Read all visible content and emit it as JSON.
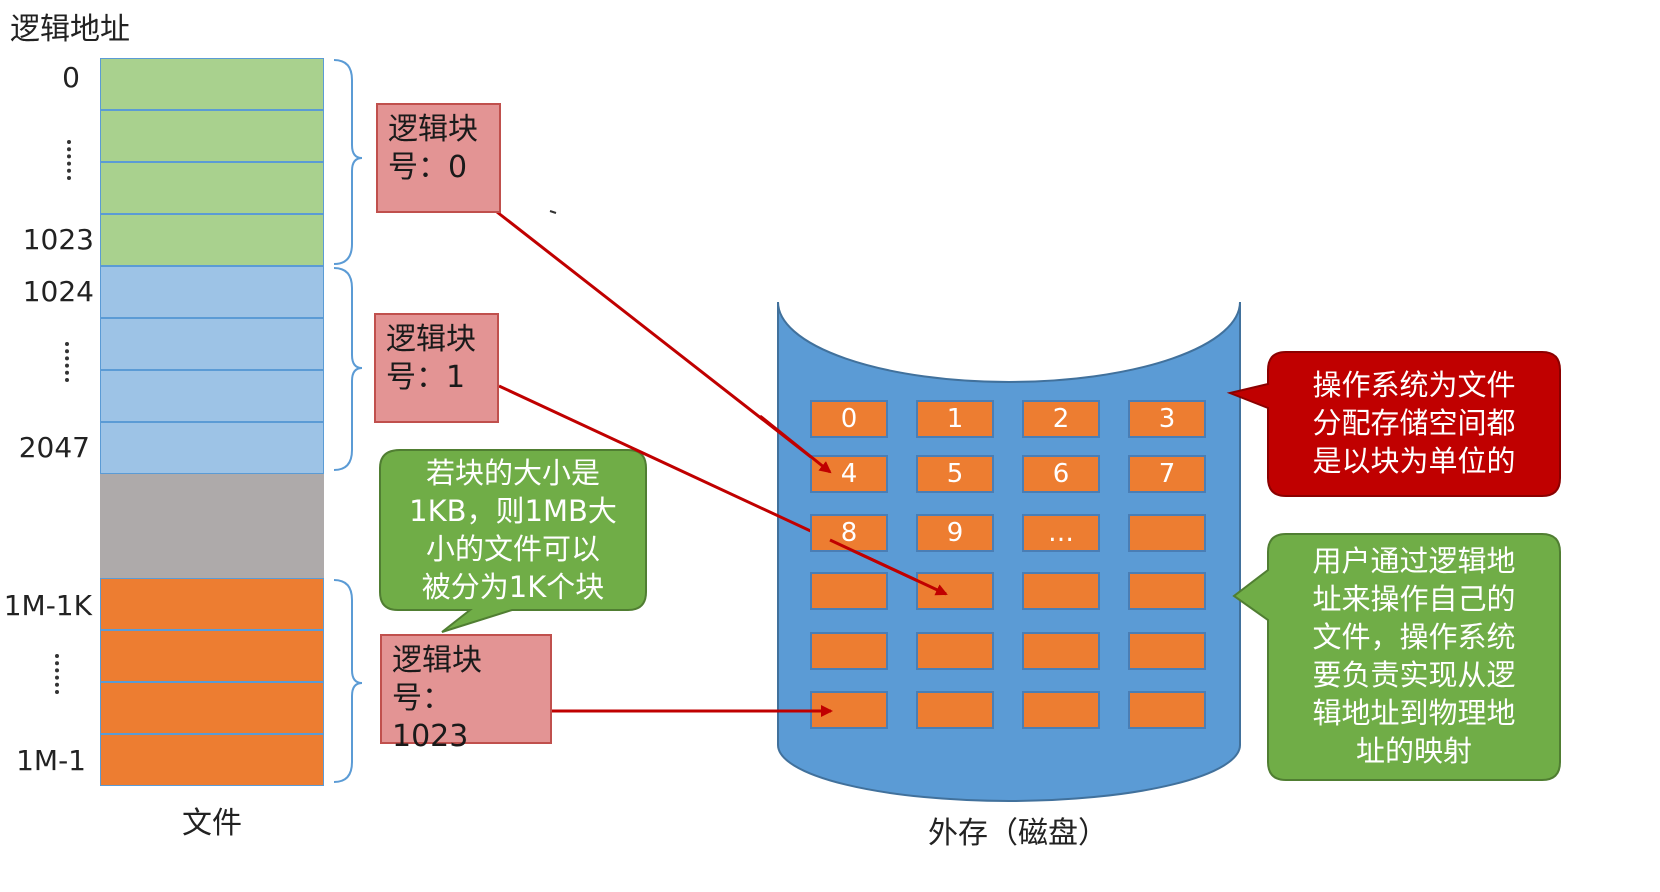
{
  "title": "逻辑地址",
  "addresses": {
    "a0": "0",
    "a1023": "1023",
    "a1024": "1024",
    "a2047": "2047",
    "a1m1k": "1M-1K",
    "a1m1": "1M-1"
  },
  "file_label": "文件",
  "logical_blocks": {
    "block0": [
      "逻辑块",
      "号：0"
    ],
    "block1": [
      "逻辑块",
      "号：1"
    ],
    "block1023": [
      "逻辑块号：",
      "1023"
    ]
  },
  "bubble_block_size": [
    "若块的大小是",
    "1KB，则1MB大",
    "小的文件可以",
    "被分为1K个块"
  ],
  "disk_label": "外存（磁盘）",
  "disk_cells": [
    "0",
    "1",
    "2",
    "3",
    "4",
    "5",
    "6",
    "7",
    "8",
    "9",
    "…",
    "",
    "",
    "",
    "",
    "",
    "",
    "",
    "",
    "",
    "",
    "",
    "",
    ""
  ],
  "bubble_os": [
    "操作系统为文件",
    "分配存储空间都",
    "是以块为单位的"
  ],
  "bubble_user": [
    "用户通过逻辑地",
    "址来操作自己的",
    "文件，操作系统",
    "要负责实现从逻",
    "辑地址到物理地",
    "址的映射"
  ],
  "colors": {
    "green_block": "#a9d18e",
    "blue_block": "#9dc3e6",
    "gray_block": "#aeaaaa",
    "orange_block": "#ed7d31",
    "logical_block_fill": "#e39494",
    "arrow": "#c00000",
    "disk": "#5b9bd5",
    "bubble_green": "#70ad47",
    "bubble_red": "#c00000"
  }
}
